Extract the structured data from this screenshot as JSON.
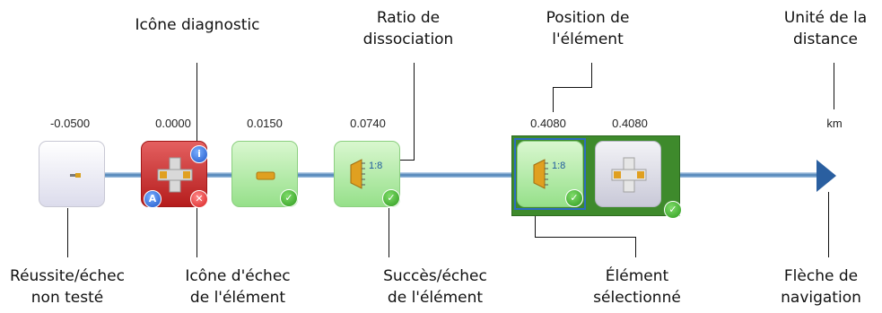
{
  "callouts": {
    "diagnostic_icon": "Icône diagnostic",
    "split_ratio": "Ratio de\ndissociation",
    "element_position": "Position de\nl'élément",
    "distance_unit": "Unité de la\ndistance",
    "pass_fail_not_tested": "Réussite/échec\nnon testé",
    "element_fail_icon": "Icône d'échec\nde l'élément",
    "element_pass_fail": "Succès/échec\nde l'élément",
    "selected_element": "Élément\nsélectionné",
    "nav_arrow": "Flèche de\nnavigation"
  },
  "positions": {
    "p1": "-0.0500",
    "p2": "0.0000",
    "p3": "0.0150",
    "p4": "0.0740",
    "p5": "0.4080",
    "p6": "0.4080"
  },
  "unit": "km",
  "ratios": {
    "r1": "1:8",
    "r2": "1:8"
  },
  "badges": {
    "info": "i",
    "analysis": "A",
    "fail": "✕",
    "pass": "✓"
  },
  "colors": {
    "pass_green": "#96e08a",
    "fail_red": "#b51d1d",
    "fiber_blue": "#4a7fb5",
    "selection_blue": "#2d6cc0"
  }
}
